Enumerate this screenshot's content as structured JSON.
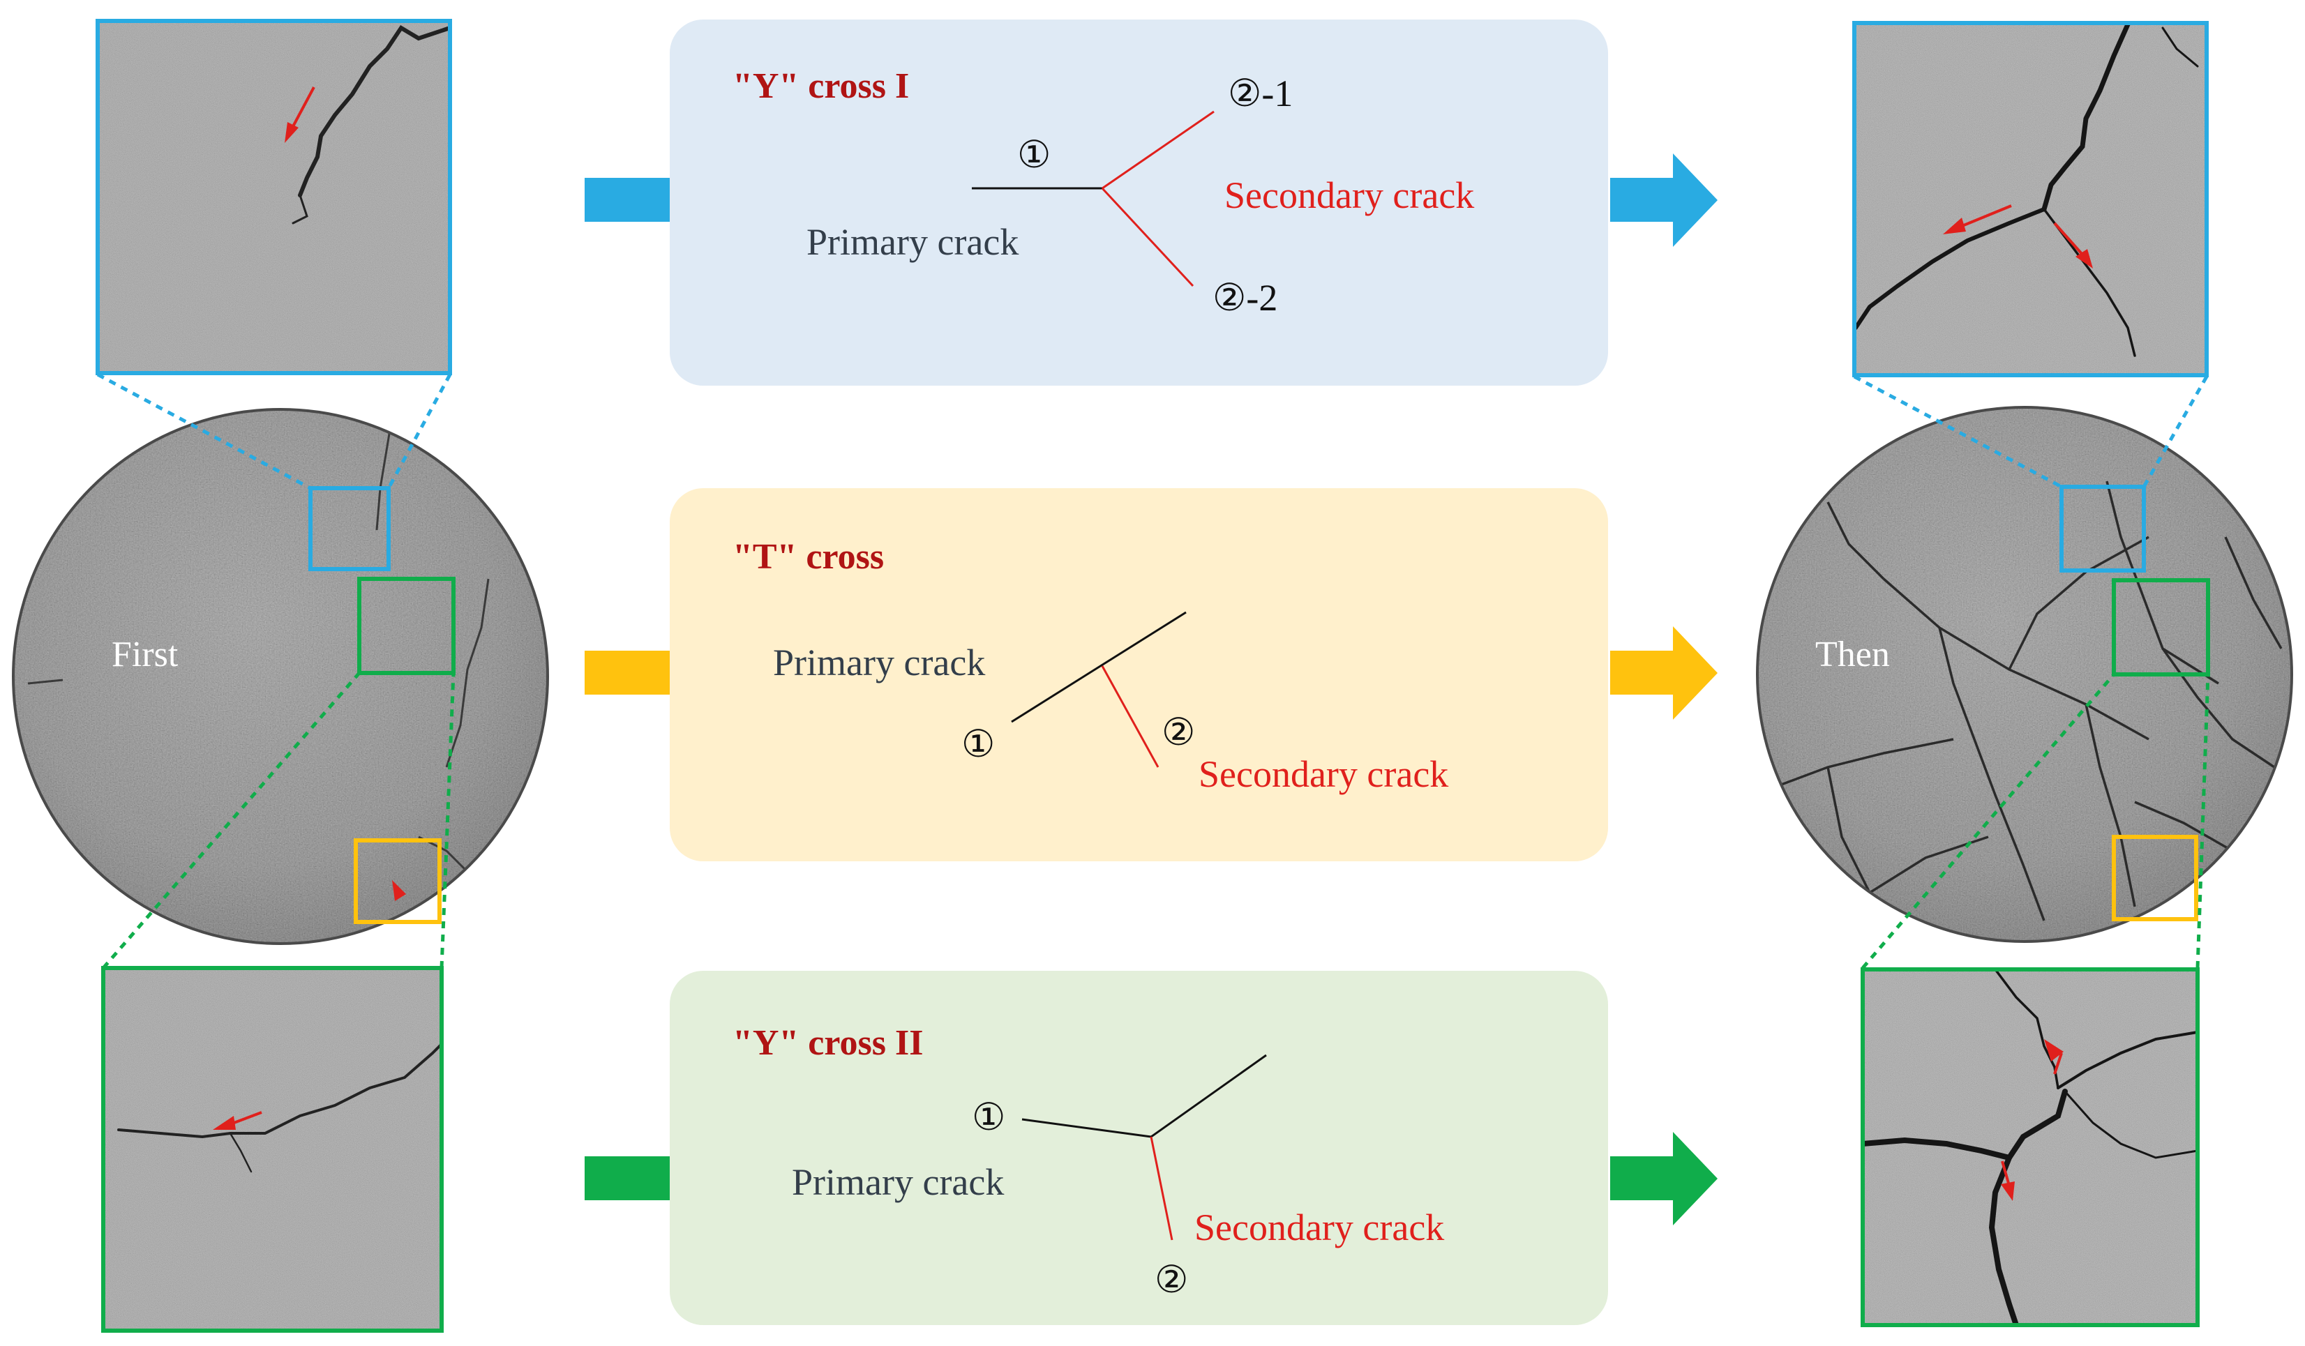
{
  "left_label": "First",
  "right_label": "Then",
  "colors": {
    "blue": "#29abe2",
    "yellow": "#ffc20e",
    "green": "#10ad4b",
    "panel_blue": "#dfeaf5",
    "panel_yellow": "#fff0cc",
    "panel_green": "#e3efda",
    "title_red": "#b01414",
    "crack_red": "#e0201c",
    "text_dark": "#333e4a"
  },
  "panels": [
    {
      "title": "\"Y\" cross I",
      "primary_label": "Primary crack",
      "secondary_label": "Secondary crack",
      "markers": [
        "①",
        "②-1",
        "②-2"
      ]
    },
    {
      "title": "\"T\" cross",
      "primary_label": "Primary crack",
      "secondary_label": "Secondary crack",
      "markers": [
        "①",
        "②"
      ]
    },
    {
      "title": "\"Y\" cross II",
      "primary_label": "Primary crack",
      "secondary_label": "Secondary crack",
      "markers": [
        "①",
        "②"
      ]
    }
  ]
}
